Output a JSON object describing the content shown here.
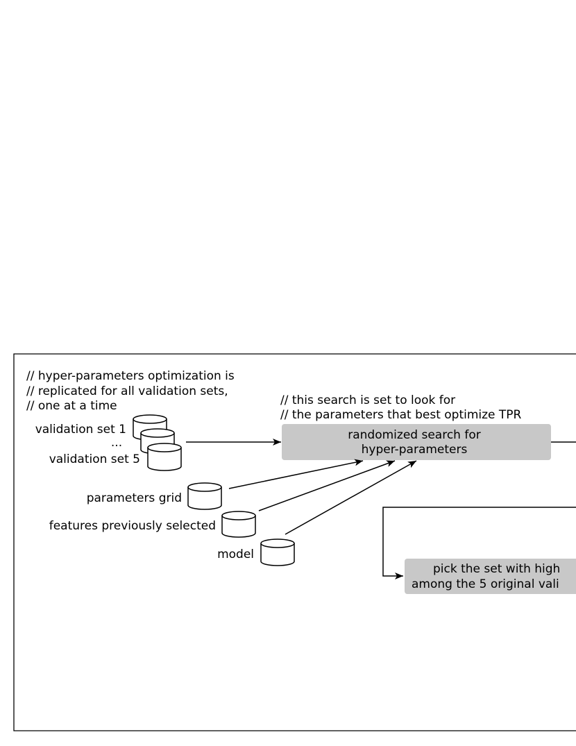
{
  "comments": {
    "optimization": [
      "// hyper-parameters optimization is",
      "// replicated for all validation sets,",
      "// one at a time"
    ],
    "search": [
      "// this search is set to look for",
      "// the parameters that best optimize TPR"
    ]
  },
  "inputs": {
    "validation_set_1": "validation set 1",
    "ellipsis": "...",
    "validation_set_5": "validation set 5",
    "parameters_grid": "parameters grid",
    "features_previously_selected": "features previously selected",
    "model": "model"
  },
  "processes": {
    "randomized_search": [
      "randomized search for",
      "hyper-parameters"
    ],
    "pick_set": [
      "pick the set with high",
      "among the 5 original vali"
    ]
  },
  "colors": {
    "process_fill": "#c8c8c8",
    "line": "#000000",
    "background": "#ffffff"
  }
}
